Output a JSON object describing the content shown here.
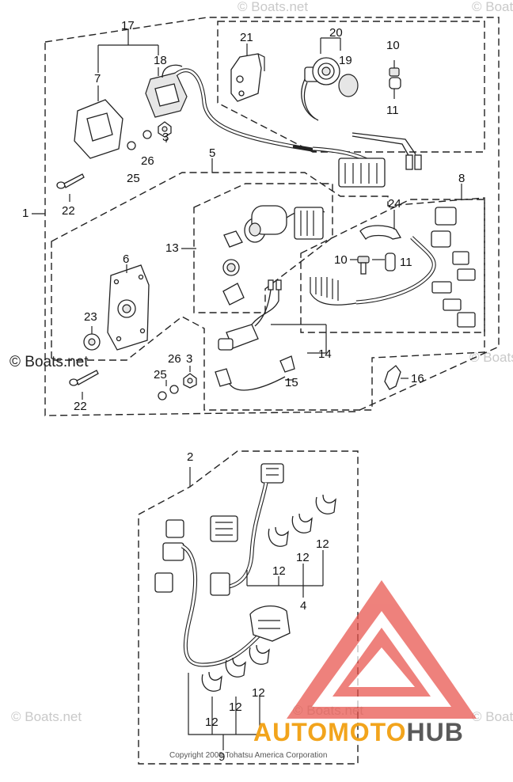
{
  "callouts": {
    "c1": "1",
    "c2": "2",
    "c3a": "3",
    "c3b": "3",
    "c4": "4",
    "c5": "5",
    "c6": "6",
    "c7": "7",
    "c8": "8",
    "c9": "9",
    "c10a": "10",
    "c10b": "10",
    "c11a": "11",
    "c11b": "11",
    "c12a": "12",
    "c12b": "12",
    "c12c": "12",
    "c12d": "12",
    "c12e": "12",
    "c12f": "12",
    "c13": "13",
    "c14": "14",
    "c15": "15",
    "c16": "16",
    "c17": "17",
    "c18": "18",
    "c19": "19",
    "c20": "20",
    "c21": "21",
    "c22a": "22",
    "c22b": "22",
    "c23": "23",
    "c24": "24",
    "c25a": "25",
    "c25b": "25",
    "c26a": "26",
    "c26b": "26"
  },
  "watermarks": {
    "main": "© Boats.net",
    "faint": "© Boats.net"
  },
  "copyright": "Copyright 2009 Tohatsu America Corporation",
  "brand": {
    "part1": "AUTOMOTO",
    "part2": "HUB",
    "logo_color": "#e8524a"
  }
}
